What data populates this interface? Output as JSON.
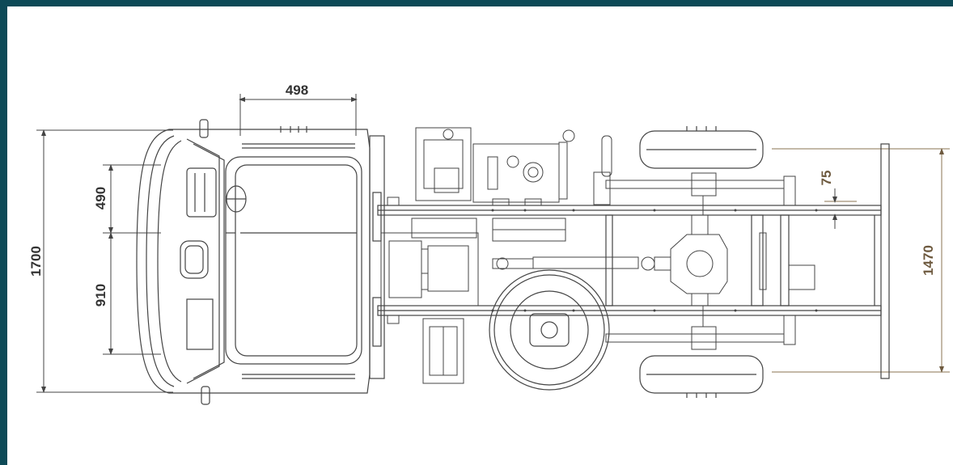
{
  "diagram": {
    "dimensions": {
      "cab_width_top": "498",
      "overall_width": "1700",
      "upper_offset": "490",
      "lower_offset": "910",
      "frame_offset": "75",
      "rear_track": "1470"
    },
    "colors": {
      "frame_border": "#0d4a57",
      "line": "#444444",
      "dimension_dark": "#333333",
      "dimension_brown": "#6e5a3f"
    }
  }
}
